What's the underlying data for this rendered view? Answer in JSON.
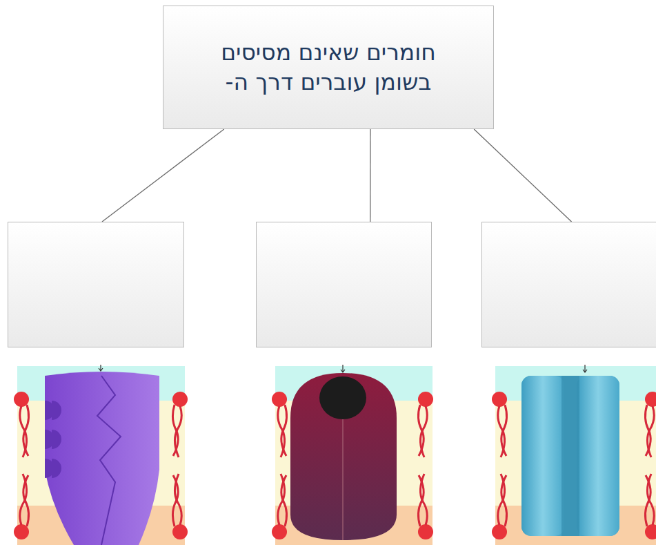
{
  "diagram": {
    "nodes": [
      {
        "text": [
          "חומרים שאינם מסיסים בשומן עוברים דרך ה-"
        ]
      },
      {
        "text": []
      },
      {
        "text": []
      },
      {
        "text": []
      }
    ],
    "edges": [
      {
        "from": 0,
        "to": 1,
        "arrow": "none"
      },
      {
        "from": 0,
        "to": 2,
        "arrow": "none"
      },
      {
        "from": 0,
        "to": 3,
        "arrow": "none"
      }
    ]
  }
}
